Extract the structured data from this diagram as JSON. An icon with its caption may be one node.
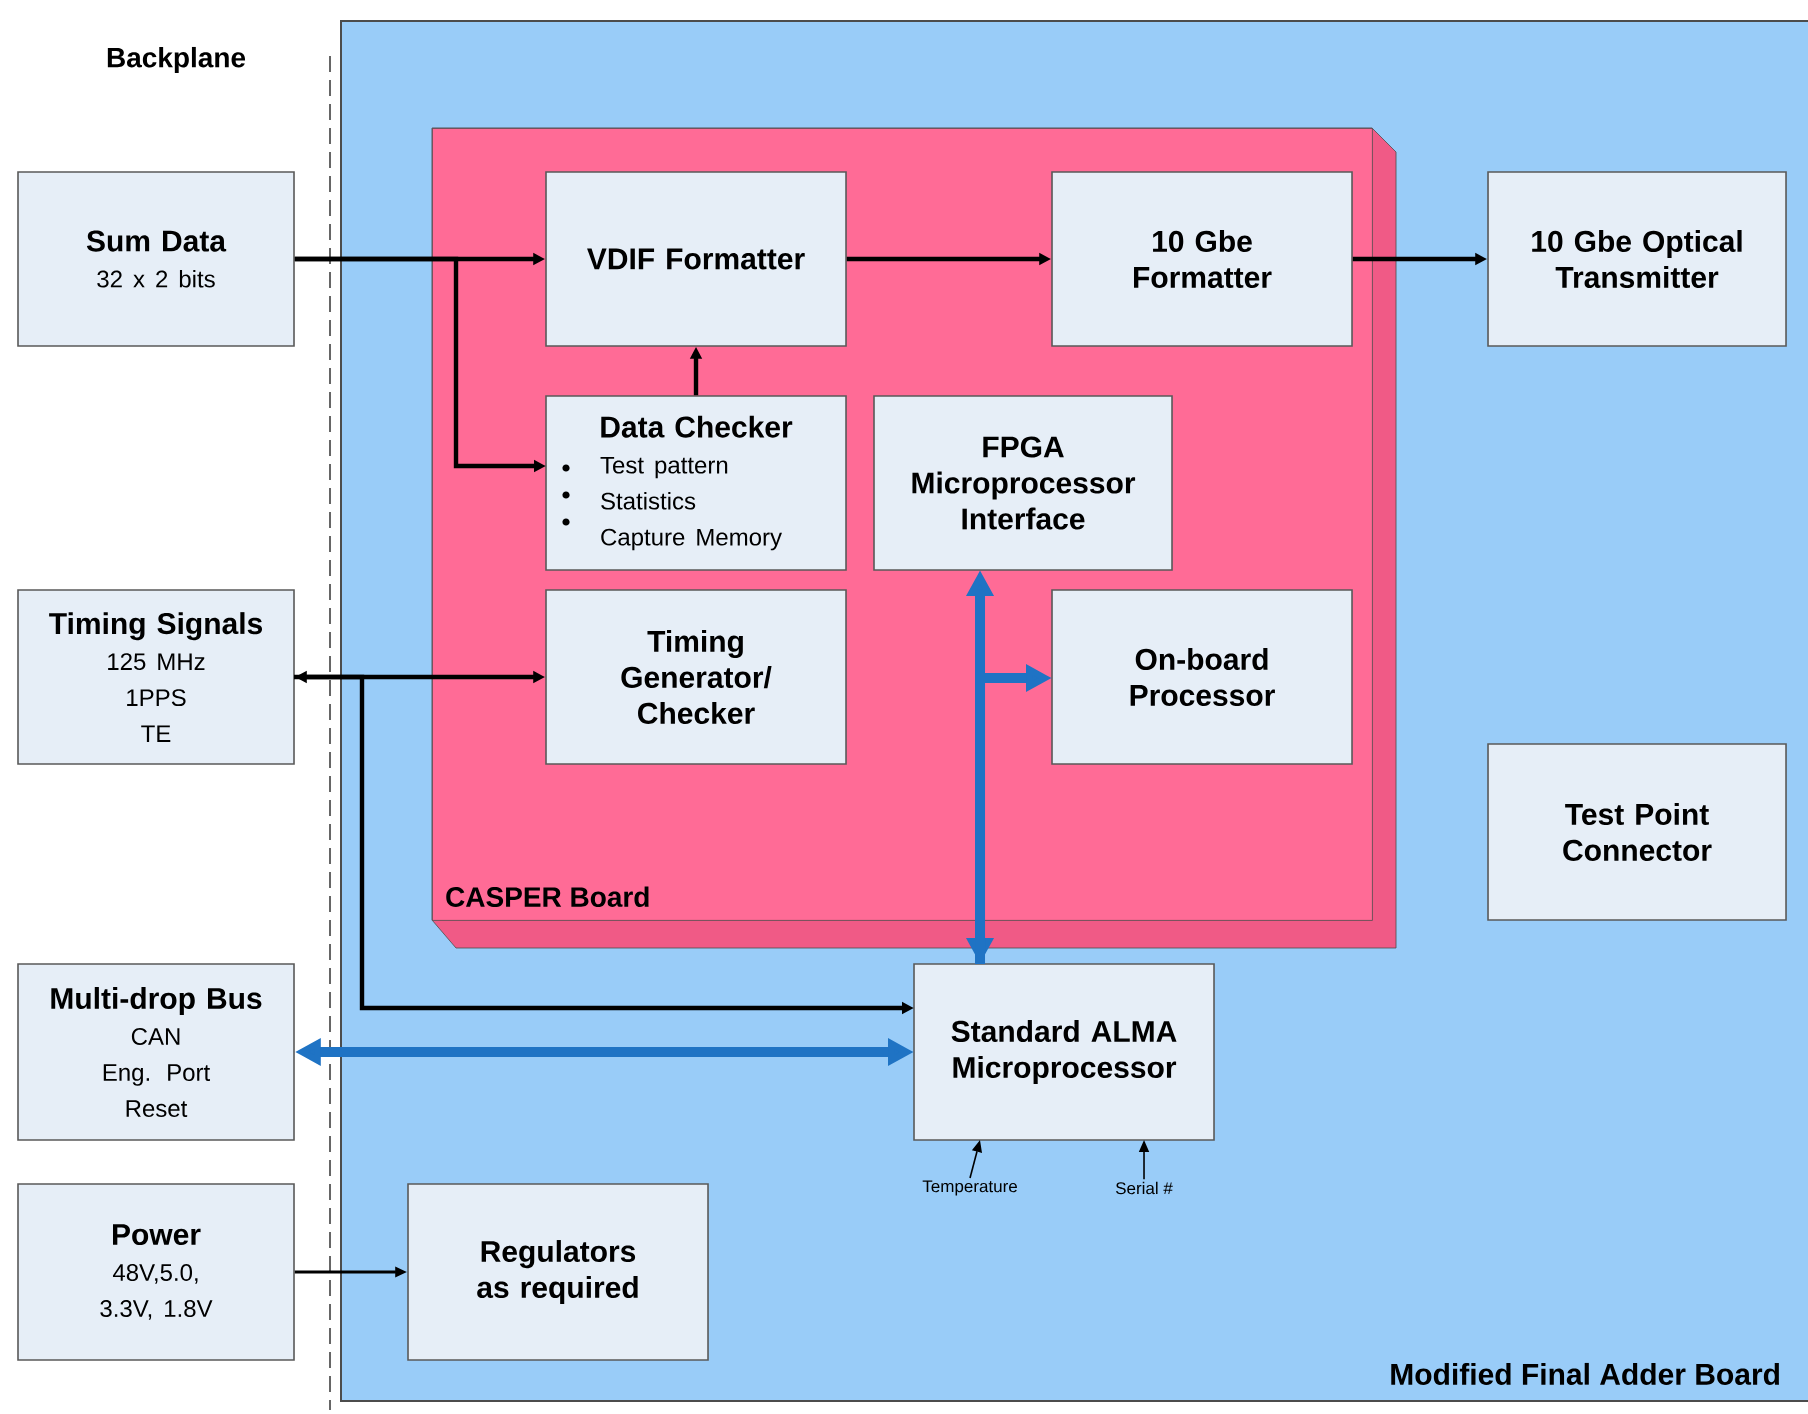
{
  "diagram": {
    "nodes": [
      {
        "text": [
          "Modified Final Adder Board"
        ]
      },
      {
        "text": [
          "CASPER Board"
        ],
        "in": 0
      },
      {
        "text": [
          "VDIF Formatter"
        ],
        "in": 1
      },
      {
        "text": [
          "10 Gbe Formatter"
        ],
        "in": 1
      },
      {
        "text": [
          "Data Checker",
          "Test pattern",
          "Statistics",
          "Capture Memory"
        ],
        "in": 1
      },
      {
        "text": [
          "FPGA Microprocessor Interface"
        ],
        "in": 1
      },
      {
        "text": [
          "Timing Generator/ Checker"
        ],
        "in": 1
      },
      {
        "text": [
          "On-board Processor"
        ],
        "in": 1
      },
      {
        "text": [
          "10 Gbe Optical Transmitter"
        ],
        "in": 0
      },
      {
        "text": [
          "Test Point Connector"
        ],
        "in": 0
      },
      {
        "text": [
          "Standard ALMA Microprocessor"
        ],
        "in": 0
      },
      {
        "text": [
          "Regulators as required"
        ],
        "in": 0
      },
      {
        "text": [
          "Sum Data",
          "32 x 2 bits"
        ]
      },
      {
        "text": [
          "Timing Signals",
          "125 MHz",
          "1PPS",
          "TE"
        ]
      },
      {
        "text": [
          "Multi-drop Bus",
          "CAN",
          "Eng. Port",
          "Reset"
        ]
      },
      {
        "text": [
          "Power",
          "48V,5.0, 3.3V, 1.8V"
        ]
      },
      {
        "text": [
          "Temperature"
        ],
        "in": 0
      },
      {
        "text": [
          "Serial #"
        ],
        "in": 0
      }
    ],
    "edges": [
      {
        "from": 12,
        "to": 2,
        "arrow": "to"
      },
      {
        "from": 12,
        "to": 4,
        "arrow": "to"
      },
      {
        "from": 4,
        "to": 2,
        "arrow": "to"
      },
      {
        "from": 2,
        "to": 3,
        "arrow": "to"
      },
      {
        "from": 3,
        "to": 8,
        "arrow": "to"
      },
      {
        "from": 13,
        "to": 6,
        "arrow": "both"
      },
      {
        "from": 13,
        "to": 10,
        "arrow": "to"
      },
      {
        "from": 14,
        "to": 10,
        "arrow": "both",
        "style": "thick",
        "color": "#1f73c4"
      },
      {
        "from": 5,
        "to": 10,
        "arrow": "both",
        "style": "thick",
        "color": "#1f73c4"
      },
      {
        "from": 10,
        "to": 7,
        "arrow": "to",
        "style": "thick",
        "color": "#1f73c4"
      },
      {
        "from": 15,
        "to": 11,
        "arrow": "to"
      },
      {
        "from": 16,
        "to": 10,
        "arrow": "to"
      },
      {
        "from": 17,
        "to": 10,
        "arrow": "to"
      }
    ],
    "labels": [
      "Backplane"
    ]
  }
}
